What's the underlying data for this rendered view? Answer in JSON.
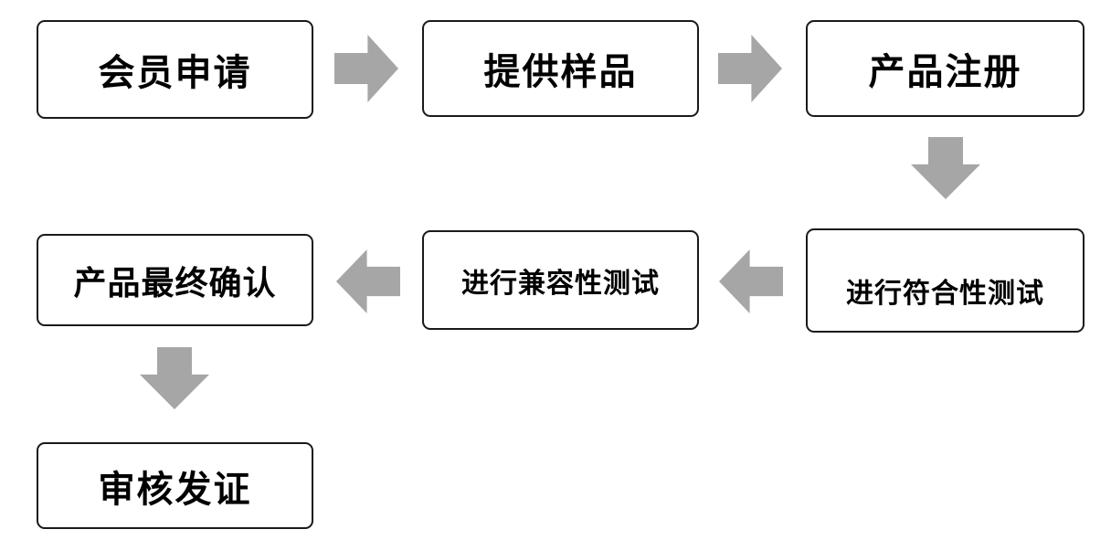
{
  "steps": {
    "member_application": "会员申请",
    "provide_samples": "提供样品",
    "product_registration": "产品注册",
    "conformance_testing": "进行符合性测试",
    "compatibility_testing": "进行兼容性测试",
    "final_confirmation": "产品最终确认",
    "review_certification": "审核发证"
  },
  "colors": {
    "arrow": "#a6a6a6",
    "box_border": "#1a1a1a",
    "background": "#ffffff"
  }
}
